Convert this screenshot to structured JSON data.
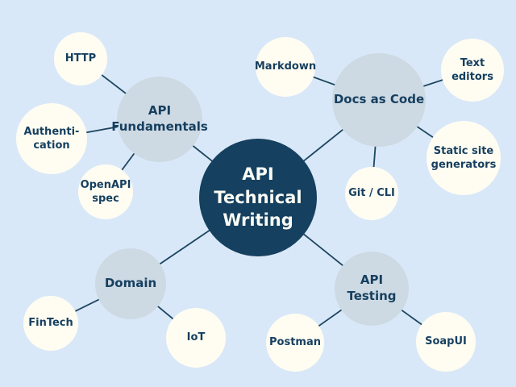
{
  "diagram": {
    "type": "mindmap",
    "title": "API Technical Writing"
  },
  "colors": {
    "background": "#d9e8f8",
    "center_fill": "#15405f",
    "center_text": "#fafcf5",
    "branch_fill": "#cdd9e3",
    "leaf_fill": "#fffdf2",
    "node_text": "#163f5f",
    "edge": "#1d4660"
  },
  "nodes": {
    "center": {
      "label": "API\nTechnical\nWriting",
      "level": "center"
    },
    "api_fundamentals": {
      "label": "API\nFundamentals",
      "level": "branch"
    },
    "http": {
      "label": "HTTP",
      "level": "leaf"
    },
    "authentication": {
      "label": "Authenti-\ncation",
      "level": "leaf"
    },
    "openapi_spec": {
      "label": "OpenAPI\nspec",
      "level": "leaf"
    },
    "docs_as_code": {
      "label": "Docs as Code",
      "level": "branch"
    },
    "markdown": {
      "label": "Markdown",
      "level": "leaf"
    },
    "text_editors": {
      "label": "Text\neditors",
      "level": "leaf"
    },
    "static_site_generators": {
      "label": "Static site\ngenerators",
      "level": "leaf"
    },
    "git_cli": {
      "label": "Git / CLI",
      "level": "leaf"
    },
    "domain": {
      "label": "Domain",
      "level": "branch"
    },
    "fintech": {
      "label": "FinTech",
      "level": "leaf"
    },
    "iot": {
      "label": "IoT",
      "level": "leaf"
    },
    "api_testing": {
      "label": "API\nTesting",
      "level": "branch"
    },
    "postman": {
      "label": "Postman",
      "level": "leaf"
    },
    "soapui": {
      "label": "SoapUI",
      "level": "leaf"
    }
  },
  "edges": [
    {
      "from": "center",
      "to": "api_fundamentals"
    },
    {
      "from": "center",
      "to": "docs_as_code"
    },
    {
      "from": "center",
      "to": "domain"
    },
    {
      "from": "center",
      "to": "api_testing"
    },
    {
      "from": "api_fundamentals",
      "to": "http"
    },
    {
      "from": "api_fundamentals",
      "to": "authentication"
    },
    {
      "from": "api_fundamentals",
      "to": "openapi_spec"
    },
    {
      "from": "docs_as_code",
      "to": "markdown"
    },
    {
      "from": "docs_as_code",
      "to": "text_editors"
    },
    {
      "from": "docs_as_code",
      "to": "static_site_generators"
    },
    {
      "from": "docs_as_code",
      "to": "git_cli"
    },
    {
      "from": "domain",
      "to": "fintech"
    },
    {
      "from": "domain",
      "to": "iot"
    },
    {
      "from": "api_testing",
      "to": "postman"
    },
    {
      "from": "api_testing",
      "to": "soapui"
    }
  ]
}
